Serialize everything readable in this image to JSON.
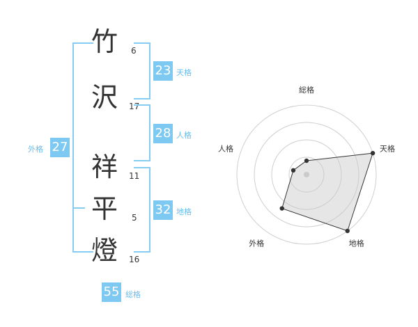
{
  "name": {
    "chars": [
      {
        "kanji": "竹",
        "strokes": "6"
      },
      {
        "kanji": "沢",
        "strokes": "17"
      },
      {
        "kanji": "祥",
        "strokes": "11"
      },
      {
        "kanji": "平",
        "strokes": "5"
      },
      {
        "kanji": "燈",
        "strokes": "16"
      }
    ]
  },
  "fortune": {
    "tenkaku": {
      "value": "23",
      "label": "天格"
    },
    "jinkaku": {
      "value": "28",
      "label": "人格"
    },
    "chikaku": {
      "value": "32",
      "label": "地格"
    },
    "gaikaku": {
      "value": "27",
      "label": "外格"
    },
    "soukaku": {
      "value": "55",
      "label": "総格"
    }
  },
  "colors": {
    "accent": "#7ec9f2",
    "bracket": "#86ccf2",
    "text": "#333333"
  },
  "chart_data": {
    "type": "radar",
    "axes": [
      "総格",
      "天格",
      "地格",
      "外格",
      "人格"
    ],
    "values": [
      1,
      5,
      5,
      3,
      1
    ],
    "range": [
      0,
      5
    ],
    "rings": 4
  }
}
